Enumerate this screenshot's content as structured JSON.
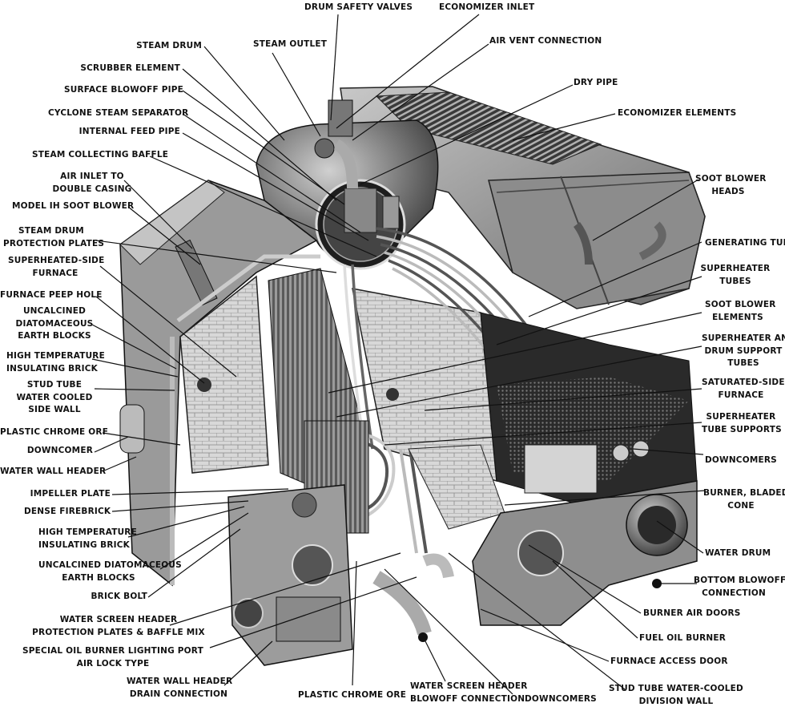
{
  "labels": {
    "drum_safety_valves": "DRUM SAFETY VALVES",
    "economizer_inlet": "ECONOMIZER INLET",
    "steam_drum": "STEAM DRUM",
    "steam_outlet": "STEAM OUTLET",
    "air_vent_connection": "AIR VENT CONNECTION",
    "scrubber_element": "SCRUBBER ELEMENT",
    "dry_pipe": "DRY PIPE",
    "surface_blowoff_pipe": "SURFACE BLOWOFF PIPE",
    "economizer_elements": "ECONOMIZER ELEMENTS",
    "cyclone_steam_separator": "CYCLONE STEAM SEPARATOR",
    "internal_feed_pipe": "INTERNAL FEED PIPE",
    "steam_collecting_baffle": "STEAM COLLECTING BAFFLE",
    "soot_blower_heads": "SOOT BLOWER\nHEADS",
    "air_inlet_double_casing": "AIR INLET TO\nDOUBLE CASING",
    "model_ih_soot_blower": "MODEL IH SOOT BLOWER",
    "steam_drum_protection_plates": "STEAM DRUM\nPROTECTION PLATES",
    "generating_tubes": "GENERATING TUBES",
    "superheated_side_furnace": "SUPERHEATED-SIDE\nFURNACE",
    "superheater_tubes": "SUPERHEATER\nTUBES",
    "furnace_peep_hole": "FURNACE PEEP HOLE",
    "soot_blower_elements": "SOOT BLOWER\nELEMENTS",
    "uncalcined_earth_blocks_top": "UNCALCINED\nDIATOMACEOUS\nEARTH BLOCKS",
    "superheater_drum_support_tubes": "SUPERHEATER AND\nDRUM SUPPORT\nTUBES",
    "high_temp_insulating_brick_top": "HIGH TEMPERATURE\nINSULATING BRICK",
    "saturated_side_furnace": "SATURATED-SIDE\nFURNACE",
    "stud_tube_side_wall": "STUD TUBE\nWATER COOLED\nSIDE WALL",
    "superheater_tube_supports": "SUPERHEATER\nTUBE SUPPORTS",
    "plastic_chrome_orf": "PLASTIC CHROME ORF",
    "downcomer": "DOWNCOMER",
    "downcomers_right": "DOWNCOMERS",
    "water_wall_header": "WATER WALL HEADER",
    "burner_bladed_cone": "BURNER, BLADED\nCONE",
    "impeller_plate": "IMPELLER PLATE",
    "dense_firebrick": "DENSE FIREBRICK",
    "high_temp_insulating_brick_bottom": "HIGH TEMPERATURE\nINSULATING BRICK",
    "water_drum": "WATER DRUM",
    "uncalcined_earth_blocks_bottom": "UNCALCINED DIATOMACEOUS\nEARTH BLOCKS",
    "bottom_blowoff_connection": "BOTTOM BLOWOFF\nCONNECTION",
    "brick_bolt": "BRICK BOLT",
    "burner_air_doors": "BURNER AIR DOORS",
    "water_screen_header_protection": "WATER SCREEN HEADER\nPROTECTION PLATES & BAFFLE MIX",
    "fuel_oil_burner": "FUEL OIL BURNER",
    "special_oil_burner_port": "SPECIAL OIL BURNER LIGHTING PORT\nAIR LOCK TYPE",
    "furnace_access_door": "FURNACE ACCESS DOOR",
    "water_wall_header_drain": "WATER WALL HEADER\nDRAIN CONNECTION",
    "plastic_chrome_ore": "PLASTIC CHROME ORE",
    "water_screen_header_blowoff": "WATER SCREEN HEADER\nBLOWOFF CONNECTION",
    "downcomers_bottom": "DOWNCOMERS",
    "stud_tube_division_wall": "STUD TUBE WATER-COOLED\nDIVISION WALL"
  }
}
